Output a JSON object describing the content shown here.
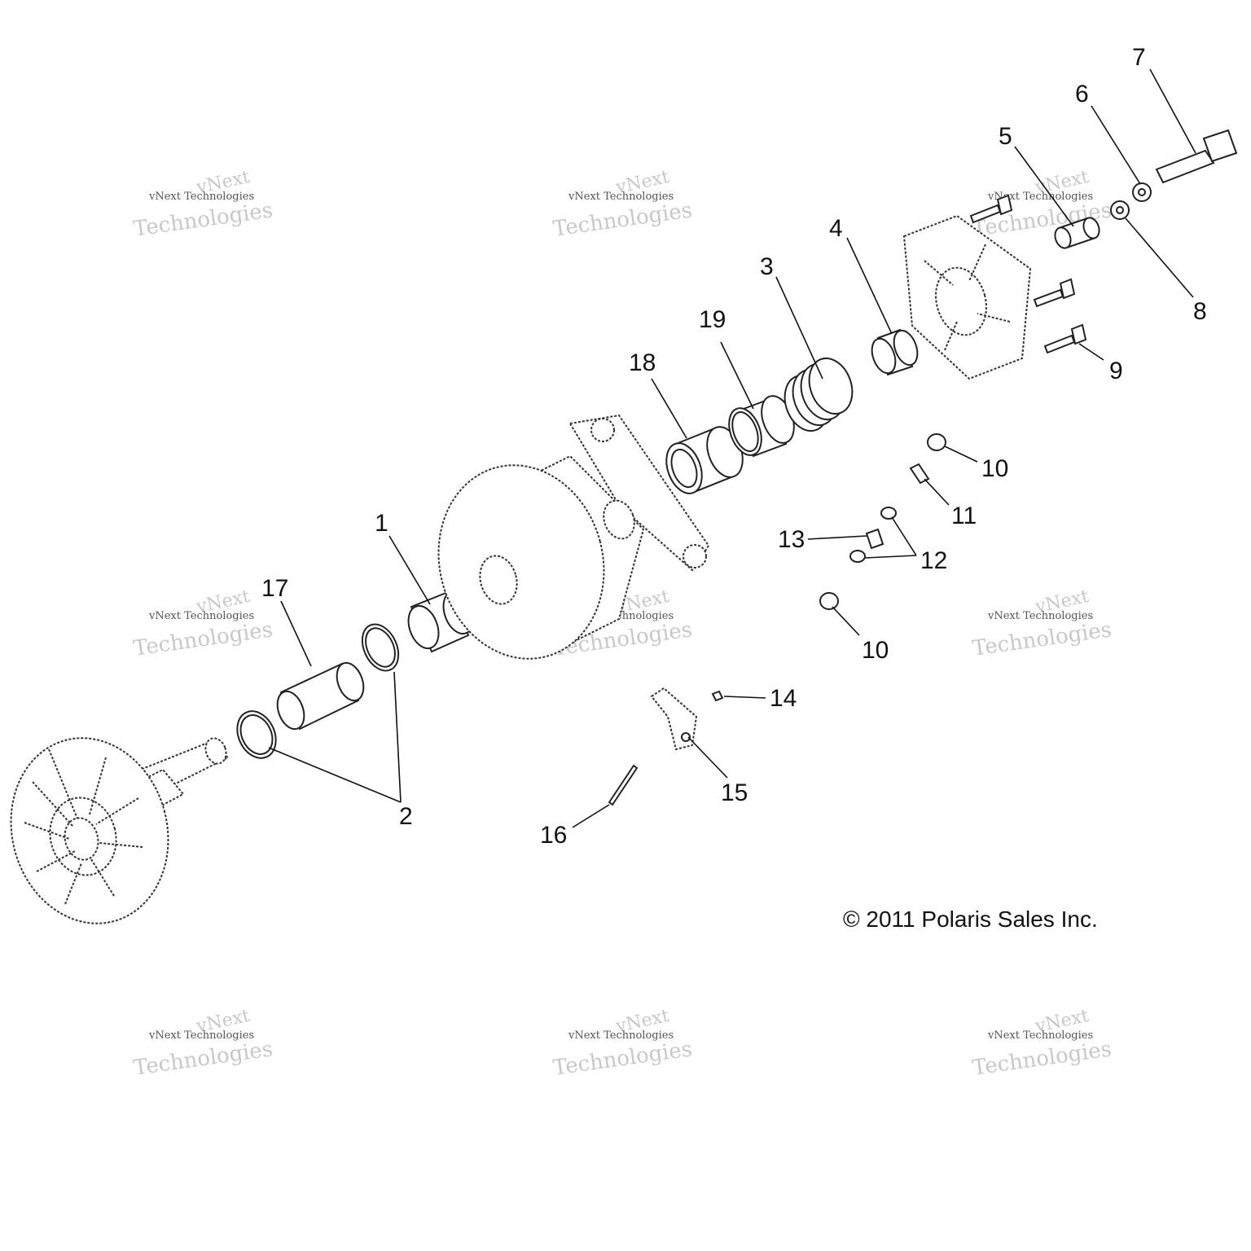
{
  "callouts": [
    {
      "id": "c1",
      "text": "1"
    },
    {
      "id": "c2",
      "text": "2"
    },
    {
      "id": "c3",
      "text": "3"
    },
    {
      "id": "c4",
      "text": "4"
    },
    {
      "id": "c5",
      "text": "5"
    },
    {
      "id": "c6",
      "text": "6"
    },
    {
      "id": "c7",
      "text": "7"
    },
    {
      "id": "c8",
      "text": "8"
    },
    {
      "id": "c9",
      "text": "9"
    },
    {
      "id": "c10a",
      "text": "10"
    },
    {
      "id": "c10b",
      "text": "10"
    },
    {
      "id": "c11",
      "text": "11"
    },
    {
      "id": "c12",
      "text": "12"
    },
    {
      "id": "c13",
      "text": "13"
    },
    {
      "id": "c14",
      "text": "14"
    },
    {
      "id": "c15",
      "text": "15"
    },
    {
      "id": "c16",
      "text": "16"
    },
    {
      "id": "c17",
      "text": "17"
    },
    {
      "id": "c18",
      "text": "18"
    },
    {
      "id": "c19",
      "text": "19"
    }
  ],
  "copyright": "© 2011 Polaris Sales Inc.",
  "watermark": {
    "line1": "vNext",
    "line2": "vNext Technologies",
    "line3": "Technologies"
  }
}
